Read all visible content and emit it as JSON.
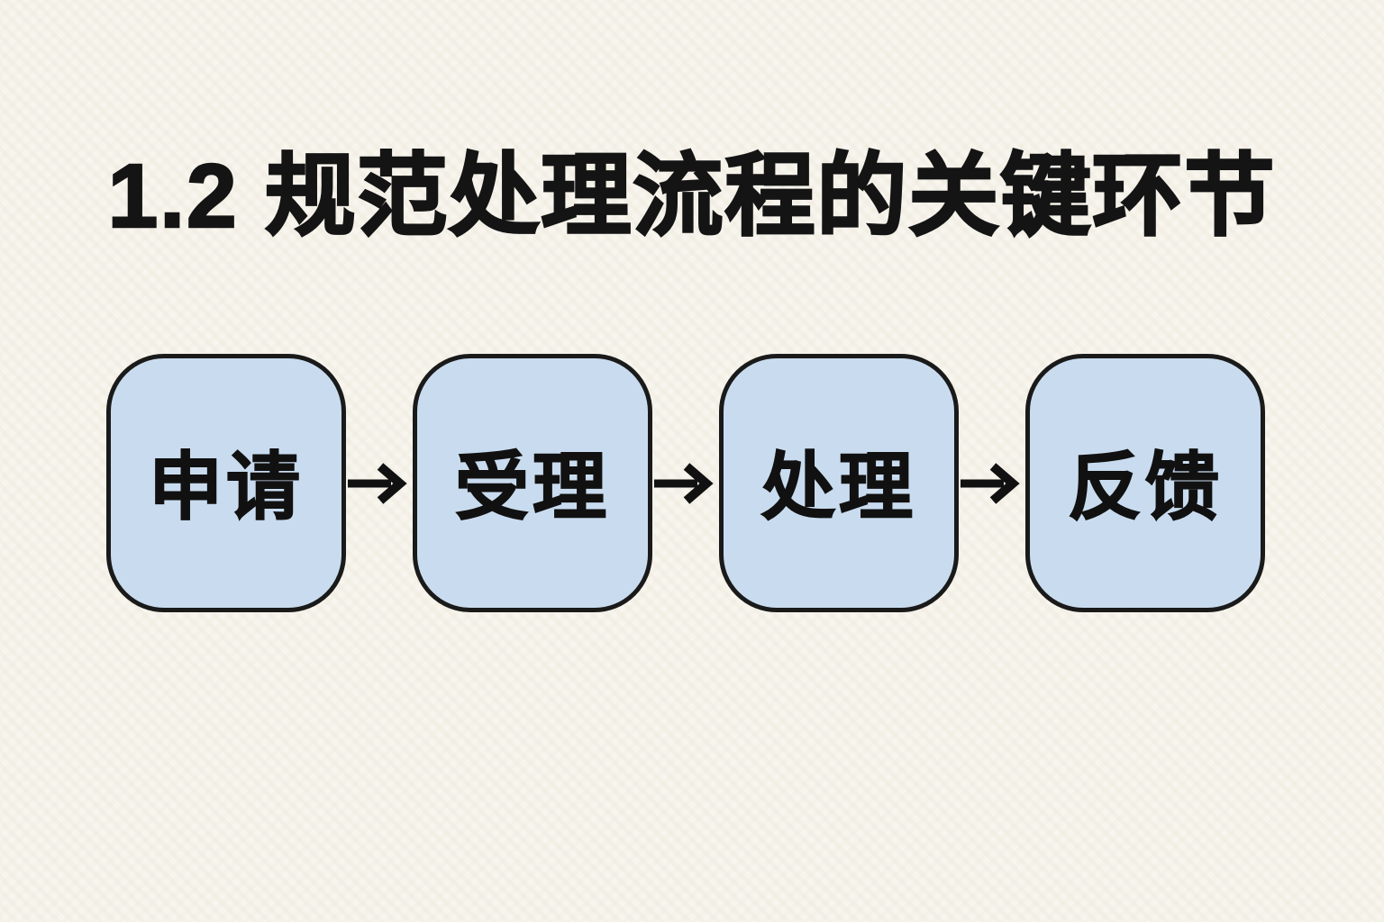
{
  "title": {
    "text": "1.2 规范处理流程的关键环节"
  },
  "flow": {
    "steps": [
      {
        "label": "申请"
      },
      {
        "label": "受理"
      },
      {
        "label": "处理"
      },
      {
        "label": "反馈"
      }
    ],
    "arrow_icon": "→"
  },
  "colors": {
    "background": "#f8f5ee",
    "box_fill": "#c9dcef",
    "box_border": "#1a1a1a",
    "text": "#141414",
    "arrow": "#111111"
  }
}
